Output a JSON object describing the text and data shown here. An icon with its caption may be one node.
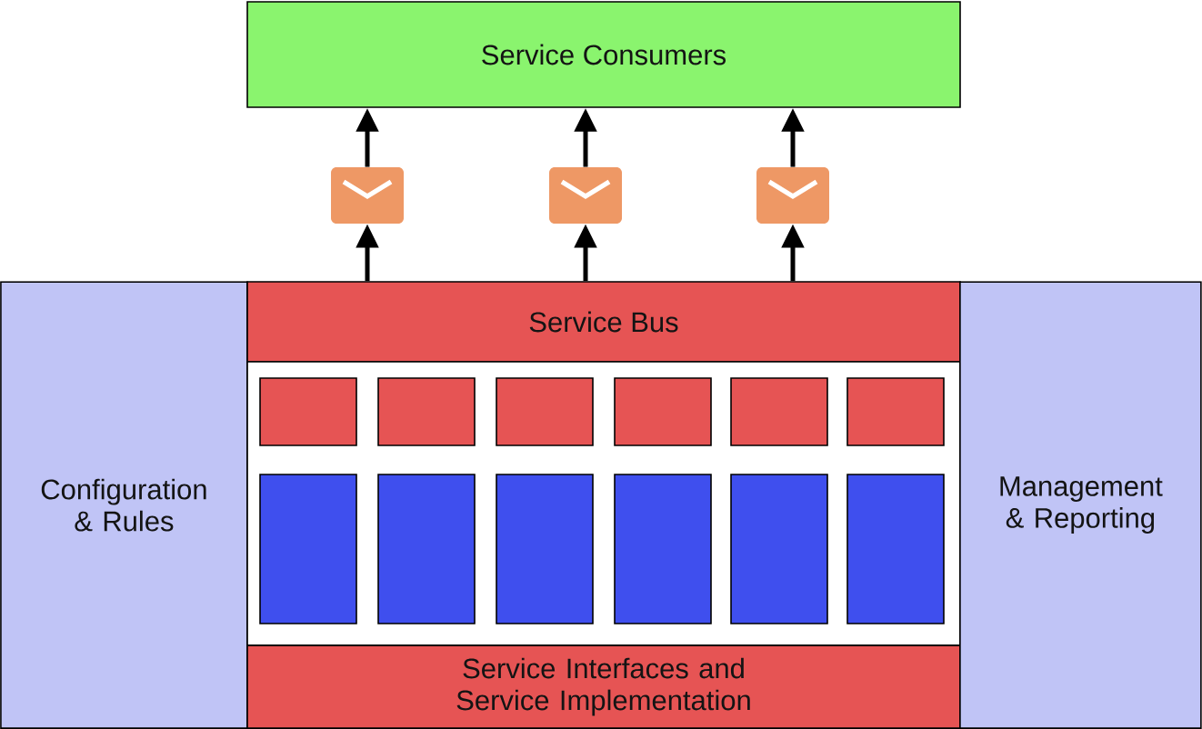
{
  "diagram": {
    "nodes": [
      {
        "text": [
          "Service Consumers"
        ]
      },
      {
        "text": [],
        "shape": "envelope"
      },
      {
        "text": [],
        "shape": "envelope"
      },
      {
        "text": [],
        "shape": "envelope"
      },
      {
        "text": [
          "Configuration & Rules"
        ]
      },
      {
        "text": [
          "Service Bus"
        ]
      },
      {
        "text": [],
        "shape": "box"
      },
      {
        "text": [],
        "shape": "box",
        "in": 6
      },
      {
        "text": [],
        "shape": "box",
        "in": 6
      },
      {
        "text": [],
        "shape": "box",
        "in": 6
      },
      {
        "text": [],
        "shape": "box",
        "in": 6
      },
      {
        "text": [],
        "shape": "box",
        "in": 6
      },
      {
        "text": [],
        "shape": "box",
        "in": 6
      },
      {
        "text": [],
        "shape": "box",
        "in": 6
      },
      {
        "text": [],
        "shape": "box",
        "in": 6
      },
      {
        "text": [],
        "shape": "box",
        "in": 6
      },
      {
        "text": [],
        "shape": "box",
        "in": 6
      },
      {
        "text": [],
        "shape": "box",
        "in": 6
      },
      {
        "text": [],
        "shape": "box",
        "in": 6
      },
      {
        "text": [
          "Service Interfaces and Service Implementation"
        ]
      },
      {
        "text": [
          "Management & Reporting"
        ]
      }
    ],
    "edges": [
      {
        "from": 5,
        "to": 1,
        "arrow": "to"
      },
      {
        "from": 1,
        "to": 0,
        "arrow": "to"
      },
      {
        "from": 5,
        "to": 2,
        "arrow": "to"
      },
      {
        "from": 2,
        "to": 0,
        "arrow": "to"
      },
      {
        "from": 5,
        "to": 3,
        "arrow": "to"
      },
      {
        "from": 3,
        "to": 0,
        "arrow": "to"
      }
    ]
  }
}
